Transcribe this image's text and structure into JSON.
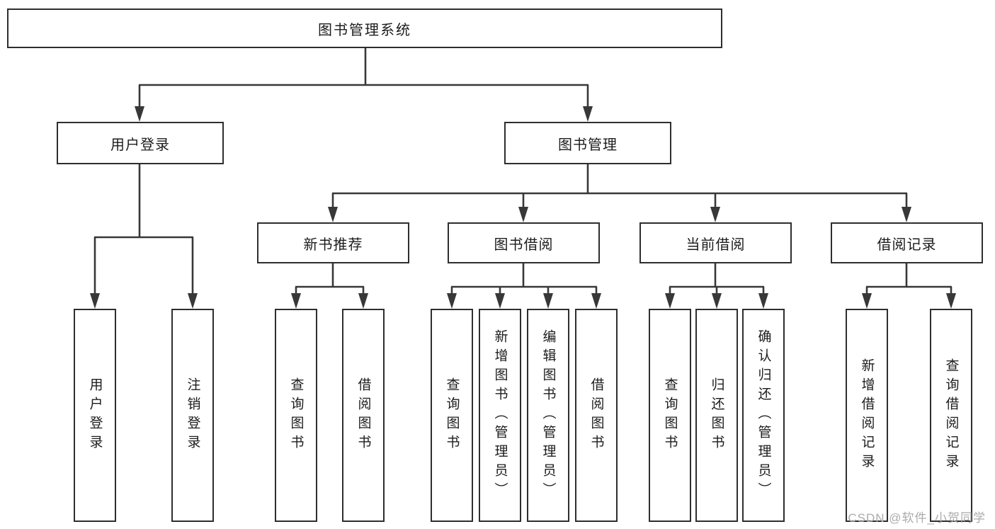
{
  "diagram_title": "图书管理系统",
  "tree": {
    "label": "图书管理系统",
    "children": [
      {
        "label": "用户登录",
        "children": [
          {
            "label": "用户登录"
          },
          {
            "label": "注销登录"
          }
        ]
      },
      {
        "label": "图书管理",
        "children": [
          {
            "label": "新书推荐",
            "children": [
              {
                "label": "查询图书"
              },
              {
                "label": "借阅图书"
              }
            ]
          },
          {
            "label": "图书借阅",
            "children": [
              {
                "label": "查询图书"
              },
              {
                "label": "新增图书（管理员）"
              },
              {
                "label": "编辑图书（管理员）"
              },
              {
                "label": "借阅图书"
              }
            ]
          },
          {
            "label": "当前借阅",
            "children": [
              {
                "label": "查询图书"
              },
              {
                "label": "归还图书"
              },
              {
                "label": "确认归还（管理员）"
              }
            ]
          },
          {
            "label": "借阅记录",
            "children": [
              {
                "label": "新增借阅记录"
              },
              {
                "label": "查询借阅记录"
              }
            ]
          }
        ]
      }
    ]
  },
  "watermark": "CSDN @软件_小贺同学",
  "colors": {
    "line": "#383838",
    "box_border": "#2e2e2e",
    "text": "#1c1c1c",
    "watermark": "#ababab",
    "background": "#ffffff"
  }
}
